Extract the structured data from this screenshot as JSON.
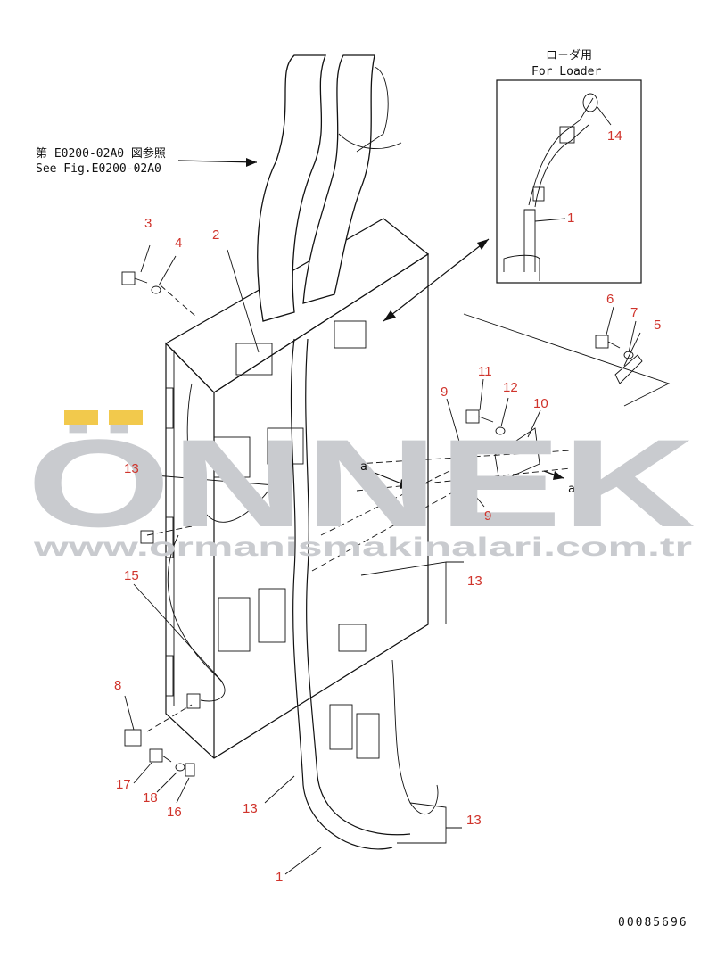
{
  "reference_note": {
    "jp": "第 E0200-02A0 図参照",
    "en": "See Fig.E0200-02A0"
  },
  "inset": {
    "jp": "ロ－ダ用",
    "en": "For Loader"
  },
  "callouts": {
    "c1_inset": "1",
    "c14": "14",
    "c2": "2",
    "c3": "3",
    "c4": "4",
    "c5": "5",
    "c6": "6",
    "c7": "7",
    "c9_top": "9",
    "c9_bottom": "9",
    "c10": "10",
    "c11": "11",
    "c12": "12",
    "c13_left": "13",
    "c13_right": "13",
    "c13_lower": "13",
    "c13_bottom_right": "13",
    "c15": "15",
    "c8": "8",
    "c17": "17",
    "c18": "18",
    "c16": "16",
    "c1_bottom": "1"
  },
  "view_marker": {
    "left": "a",
    "right": "a"
  },
  "watermark": {
    "brand": "ÖNNEK",
    "url": "www.ormanismakinalari.com.tr"
  },
  "drawing_number": "00085696",
  "colors": {
    "callout": "#d0342c",
    "watermark": "#c9cbcf",
    "watermark_accent": "#f2c94c",
    "line": "#111111"
  }
}
